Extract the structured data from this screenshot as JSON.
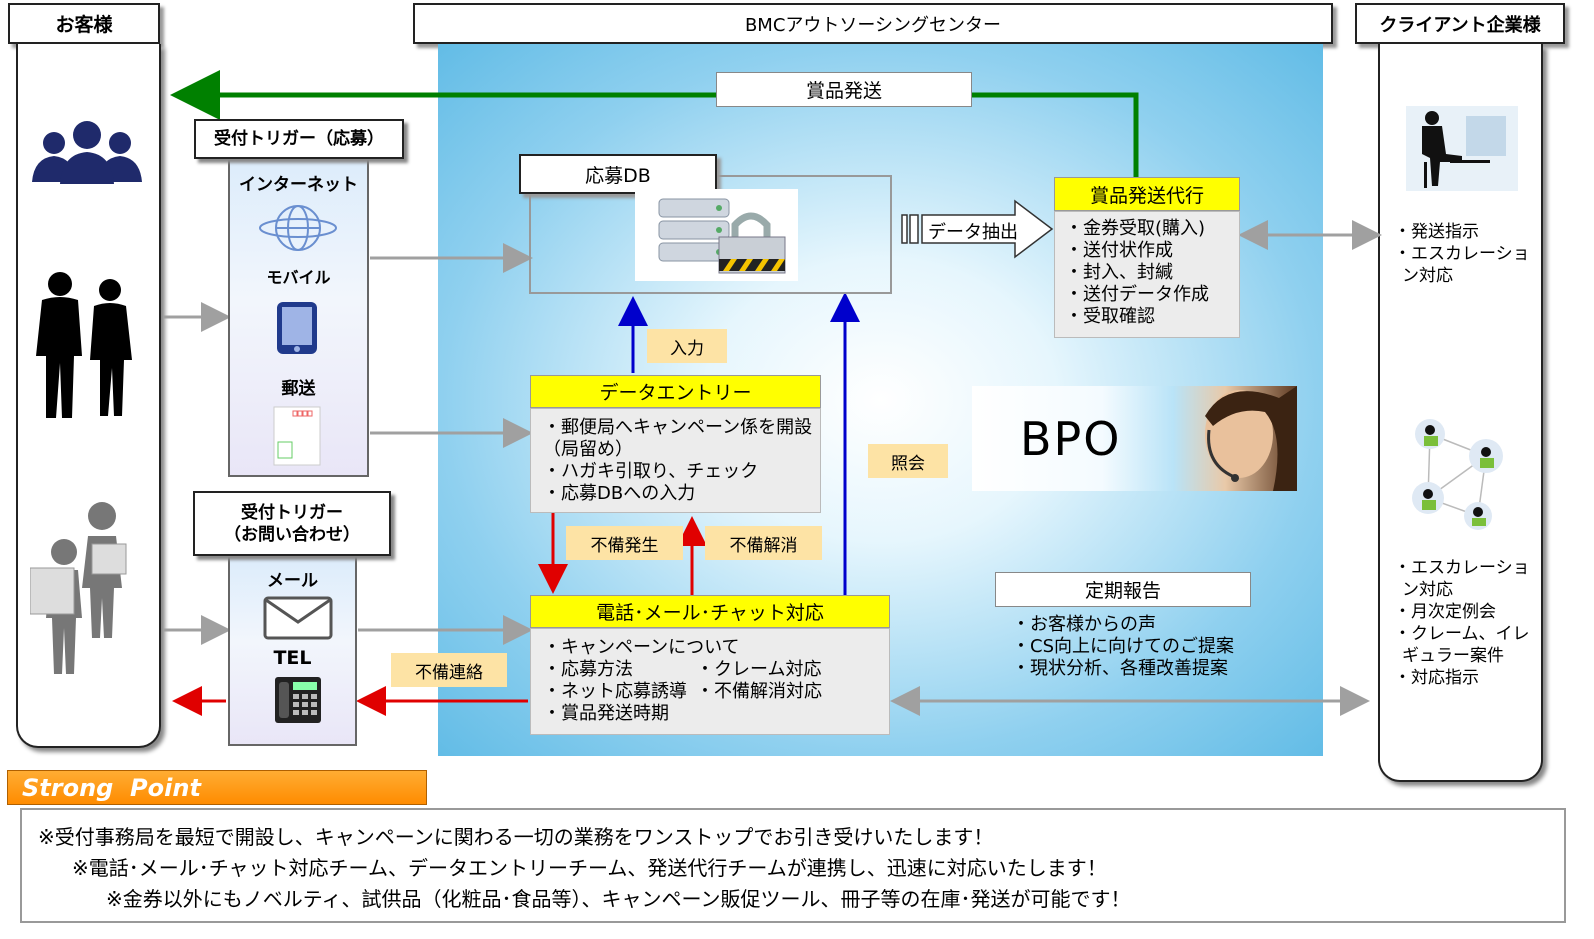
{
  "headers": {
    "customer": "お客様",
    "center": "BMCアウトソーシングセンター",
    "client": "クライアント企業様"
  },
  "prize_shipping_label": "賞品発送",
  "db": {
    "title": "応募DB"
  },
  "trigger_apply": {
    "title": "受付トリガー（応募）",
    "internet": "インターネット",
    "mobile": "モバイル",
    "post": "郵送"
  },
  "trigger_inquiry": {
    "title_line1": "受付トリガー",
    "title_line2": "（お問い合わせ）",
    "mail": "メール",
    "tel": "TEL"
  },
  "data_extract": "データ抽出",
  "prize_agent": {
    "title": "賞品発送代行",
    "items": [
      "・金券受取(購入)",
      "・送付状作成",
      "・封入、封緘",
      "・送付データ作成",
      "・受取確認"
    ]
  },
  "client_tasks_top": [
    "・発送指示",
    "・エスカレーショ",
    "ン対応"
  ],
  "client_tasks_bottom": [
    "・エスカレーショ",
    "ン対応",
    "・月次定例会",
    "・クレーム、イレ",
    "ギュラー案件",
    "・対応指示"
  ],
  "tags": {
    "input": "入力",
    "inquiry": "照会",
    "defect_occur": "不備発生",
    "defect_resolve": "不備解消",
    "defect_contact": "不備連絡"
  },
  "data_entry": {
    "title": "データエントリー",
    "items": [
      "・郵便局へキャンペーン係を開設",
      "（局留め）",
      "・ハガキ引取り、チェック",
      "・応募DBへの入力"
    ]
  },
  "bpo_label": "BPO",
  "call_center": {
    "title": "電話･メール･チャット対応",
    "intro": "・キャンペーンについて",
    "left_items": [
      "・応募方法",
      "・ネット応募誘導",
      "・賞品発送時期"
    ],
    "right_items": [
      "・クレーム対応",
      "・不備解消対応"
    ]
  },
  "report": {
    "title": "定期報告",
    "items": [
      "・お客様からの声",
      "・CS向上に向けてのご提案",
      "・現状分析、各種改善提案"
    ]
  },
  "strong_point": {
    "label": "Strong  Point",
    "lines": [
      "※受付事務局を最短で開設し、キャンペーンに関わる一切の業務をワンストップでお引き受けいたします！",
      "※電話･メール･チャット対応チーム、データエントリーチーム、発送代行チームが連携し、迅速に対応いたします！",
      "※金券以外にもノベルティ、試供品（化粧品･食品等）、キャンペーン販促ツール、冊子等の在庫･発送が可能です！"
    ]
  },
  "colors": {
    "green_arrow": "#008000",
    "red_arrow": "#e00000",
    "blue_arrow": "#0000cc",
    "gray_arrow": "#a0a0a0",
    "yellow": "#ffff00",
    "tag": "#fde3a5",
    "strong_orange": "#ff8c00"
  },
  "icons": [
    "people-group-icon",
    "globe-icon",
    "smartphone-icon",
    "postcard-icon",
    "envelope-icon",
    "telephone-icon",
    "database-lock-icon",
    "couple-silhouette-icon",
    "reading-people-icon",
    "businessman-icon",
    "network-people-icon",
    "headset-operator-icon"
  ]
}
